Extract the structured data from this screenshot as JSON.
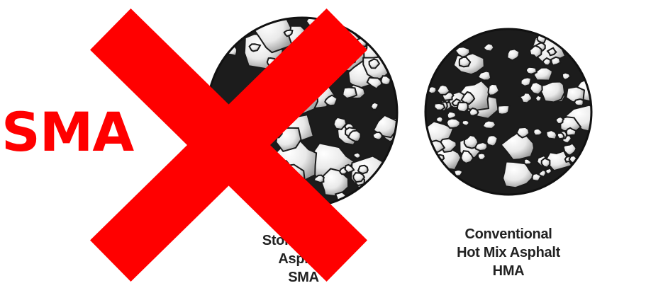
{
  "overlay": {
    "big_text": "SMA",
    "cross_color": "#ff0000",
    "cross_icon": "x-mark-icon"
  },
  "panels": [
    {
      "name": "sma",
      "caption_lines": [
        "Stone Matrix",
        "Asphalt",
        "SMA"
      ]
    },
    {
      "name": "hma",
      "caption_lines": [
        "Conventional",
        "Hot Mix Asphalt",
        "HMA"
      ]
    }
  ]
}
